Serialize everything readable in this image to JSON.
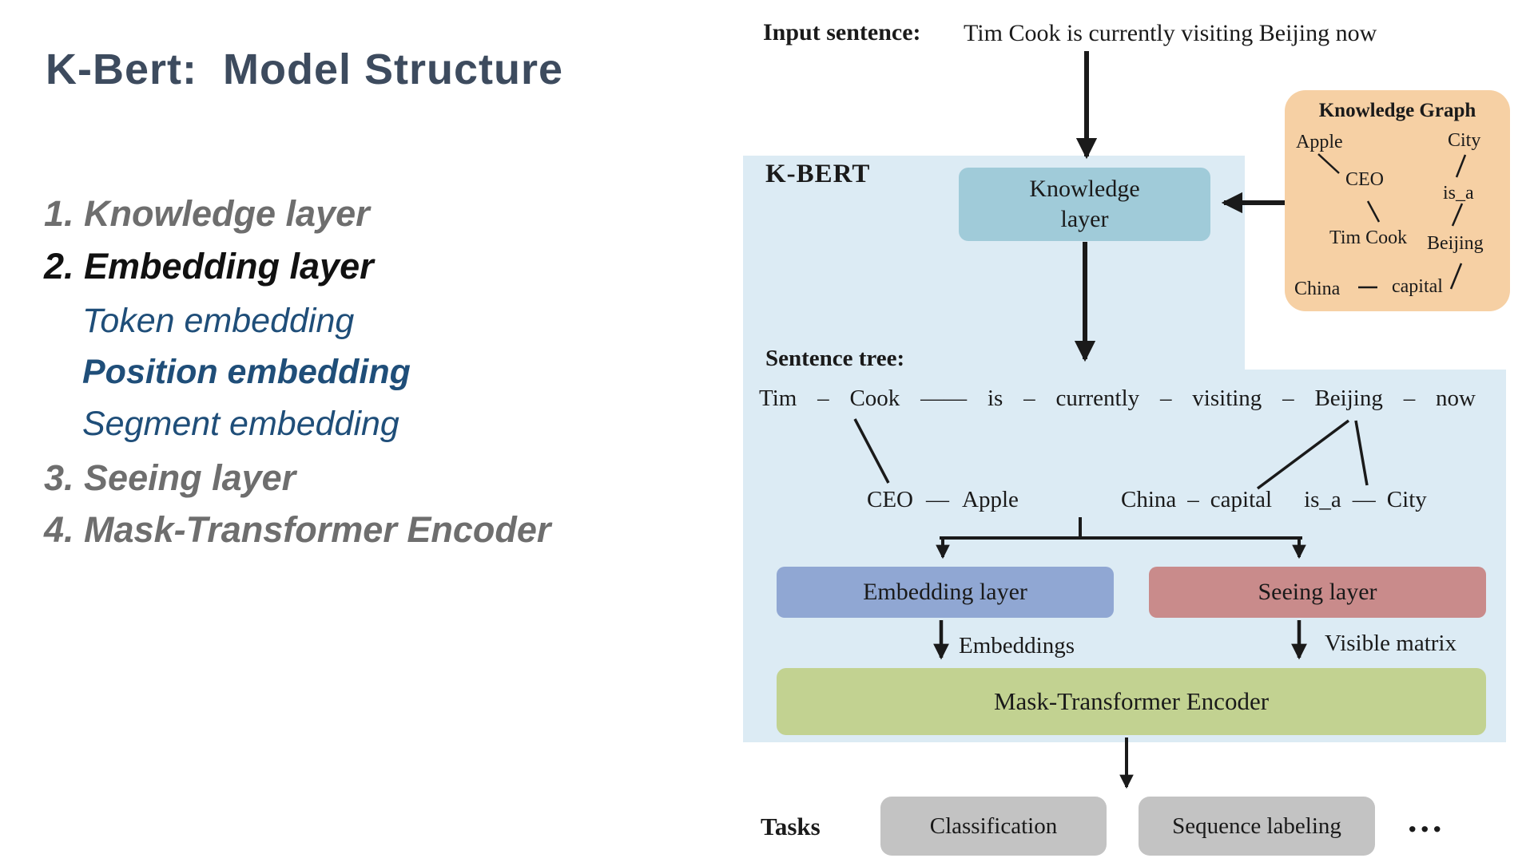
{
  "slide": {
    "title": "K-Bert:  Model Structure",
    "outline": [
      {
        "text": "1. Knowledge layer",
        "emphasis": "muted"
      },
      {
        "text": "2. Embedding layer",
        "emphasis": "strong"
      },
      {
        "text": "Token embedding",
        "emphasis": "accent"
      },
      {
        "text": "Position embedding",
        "emphasis": "accent-strong"
      },
      {
        "text": "Segment embedding",
        "emphasis": "accent"
      },
      {
        "text": "3. Seeing layer",
        "emphasis": "muted"
      },
      {
        "text": "4. Mask-Transformer Encoder",
        "emphasis": "muted"
      }
    ]
  },
  "diagram": {
    "input": {
      "label": "Input sentence:",
      "sentence": "Tim Cook is currently visiting Beijing now"
    },
    "kbert_label": "K-BERT",
    "knowledge_layer": {
      "line1": "Knowledge",
      "line2": "layer"
    },
    "knowledge_graph": {
      "title": "Knowledge Graph",
      "apple": "Apple",
      "city": "City",
      "ceo": "CEO",
      "is_a": "is_a",
      "tim_cook": "Tim Cook",
      "beijing": "Beijing",
      "china": "China",
      "capital": "capital"
    },
    "sentence_tree": {
      "label": "Sentence tree:",
      "tokens": [
        "Tim",
        "–",
        "Cook",
        "——",
        "is",
        "–",
        "currently",
        "–",
        "visiting",
        "–",
        "Beijing",
        "–",
        "now"
      ],
      "branch_left": [
        "CEO",
        "—",
        "Apple"
      ],
      "branch_right": [
        "China",
        "–",
        "capital",
        "is_a",
        "—",
        "City"
      ]
    },
    "embedding_layer": "Embedding layer",
    "seeing_layer": "Seeing layer",
    "embeddings_label": "Embeddings",
    "visible_matrix_label": "Visible matrix",
    "encoder": "Mask-Transformer Encoder",
    "tasks": {
      "label": "Tasks",
      "items": [
        "Classification",
        "Sequence labeling"
      ],
      "more": "..."
    }
  },
  "colors": {
    "title": "#3d4b5e",
    "outline_muted": "#6e6e6e",
    "outline_strong": "#111111",
    "outline_accent": "#1f4e79",
    "panel": "#dcebf4",
    "knowledge_box": "#a0cbd9",
    "knowledge_graph_box": "#f6d0a4",
    "embedding_box": "#90a7d3",
    "seeing_box": "#c98b8b",
    "encoder_box": "#c2d291",
    "task_box": "#c3c3c3",
    "ink": "#1a1a1a"
  }
}
